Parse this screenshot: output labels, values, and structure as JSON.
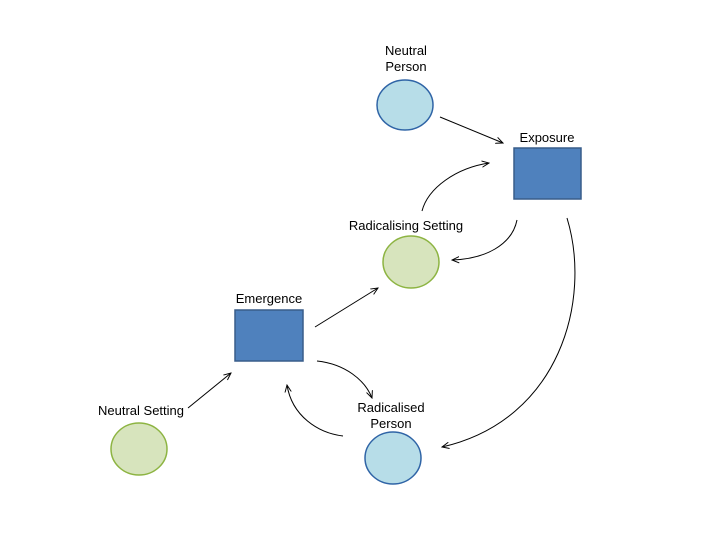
{
  "nodes": {
    "neutral_person": {
      "label_line1": "Neutral",
      "label_line2": "Person",
      "shape": "circle"
    },
    "exposure": {
      "label": "Exposure",
      "shape": "square"
    },
    "radicalising_setting": {
      "label": "Radicalising Setting",
      "shape": "circle"
    },
    "emergence": {
      "label": "Emergence",
      "shape": "square"
    },
    "radicalised_person": {
      "label_line1": "Radicalised",
      "label_line2": "Person",
      "shape": "circle"
    },
    "neutral_setting": {
      "label": "Neutral Setting",
      "shape": "circle"
    }
  },
  "edges": [
    {
      "from": "neutral_person",
      "to": "exposure"
    },
    {
      "from": "exposure",
      "to": "radicalising_setting"
    },
    {
      "from": "radicalising_setting",
      "to": "exposure"
    },
    {
      "from": "exposure",
      "to": "radicalised_person"
    },
    {
      "from": "emergence",
      "to": "radicalising_setting"
    },
    {
      "from": "emergence",
      "to": "radicalised_person"
    },
    {
      "from": "radicalised_person",
      "to": "emergence"
    },
    {
      "from": "neutral_setting",
      "to": "emergence"
    }
  ],
  "colors": {
    "person_fill": "#B7DDE8",
    "person_stroke": "#2F64A6",
    "setting_fill": "#D7E4BD",
    "setting_stroke": "#8DB442",
    "process_fill": "#4F81BD",
    "process_stroke": "#385D8A",
    "arrow": "#000000"
  }
}
